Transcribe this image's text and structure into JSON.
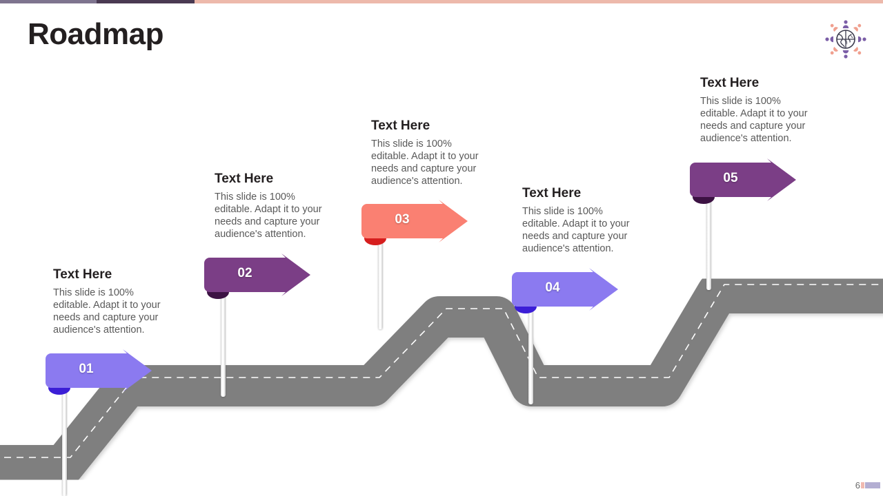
{
  "slide": {
    "title": "Roadmap",
    "page_number": "6",
    "background": "#ffffff"
  },
  "topbar": {
    "segments": [
      {
        "name": "segment-left",
        "color": "#7e748f"
      },
      {
        "name": "segment-middle",
        "color": "#4a3a52"
      },
      {
        "name": "segment-right",
        "color": "#edb9ab"
      }
    ]
  },
  "logo": {
    "name": "global-people-globe-logo",
    "globe_color": "#3b3b4d",
    "accent_purple": "#7b5ea7",
    "accent_salmon": "#f0a08f"
  },
  "road": {
    "fill": "#7f7f7f",
    "center_line": "#ffffff",
    "dash_pattern": "10 8"
  },
  "milestones": [
    {
      "id": "01",
      "number": "01",
      "title": "Text Here",
      "description": "This slide is 100% editable. Adapt it to your needs and capture your audience's attention.",
      "flag_color": "#8b7af0",
      "fold_color": "#3b1ed6"
    },
    {
      "id": "02",
      "number": "02",
      "title": "Text Here",
      "description": "This slide is 100% editable. Adapt it to your needs and capture your audience's attention.",
      "flag_color": "#7b3e86",
      "fold_color": "#3c1243"
    },
    {
      "id": "03",
      "number": "03",
      "title": "Text Here",
      "description": "This slide is 100% editable. Adapt it to your needs and capture your audience's attention.",
      "flag_color": "#fa8072",
      "fold_color": "#d61e1e"
    },
    {
      "id": "04",
      "number": "04",
      "title": "Text Here",
      "description": "This slide is 100% editable. Adapt it to your needs and capture your audience's attention.",
      "flag_color": "#8b7af0",
      "fold_color": "#3b1ed6"
    },
    {
      "id": "05",
      "number": "05",
      "title": "Text Here",
      "description": "This slide is 100% editable. Adapt it to your needs and capture your audience's attention.",
      "flag_color": "#7b3e86",
      "fold_color": "#3c1243"
    }
  ],
  "footer": {
    "page_number": "6",
    "chip_colors": [
      "#f0b9b0",
      "#b3aed2"
    ]
  }
}
